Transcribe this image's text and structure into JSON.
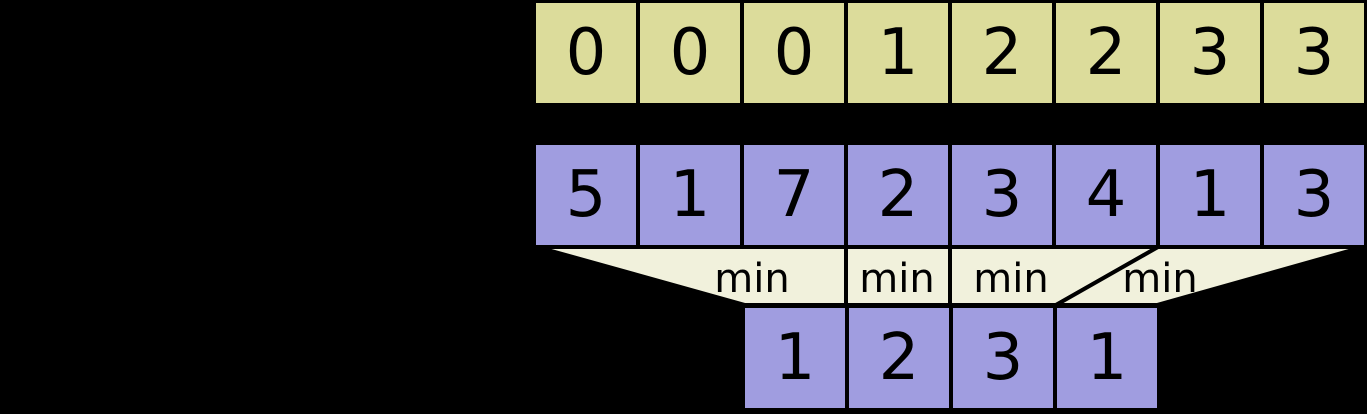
{
  "diagram": {
    "block_index_row": {
      "cells": [
        "0",
        "0",
        "0",
        "1",
        "2",
        "2",
        "3",
        "3"
      ]
    },
    "array_row": {
      "cells": [
        "5",
        "1",
        "7",
        "2",
        "3",
        "4",
        "1",
        "3"
      ]
    },
    "operation_labels": [
      "min",
      "min",
      "min",
      "min"
    ],
    "block_min_row": {
      "cells": [
        "1",
        "2",
        "3",
        "1"
      ]
    },
    "colors": {
      "background": "#000000",
      "block_index_cell": "#dcdc9b",
      "array_cell": "#a09de0",
      "operation_band": "#f1f1dc",
      "outline": "#000000",
      "text": "#000000"
    }
  }
}
